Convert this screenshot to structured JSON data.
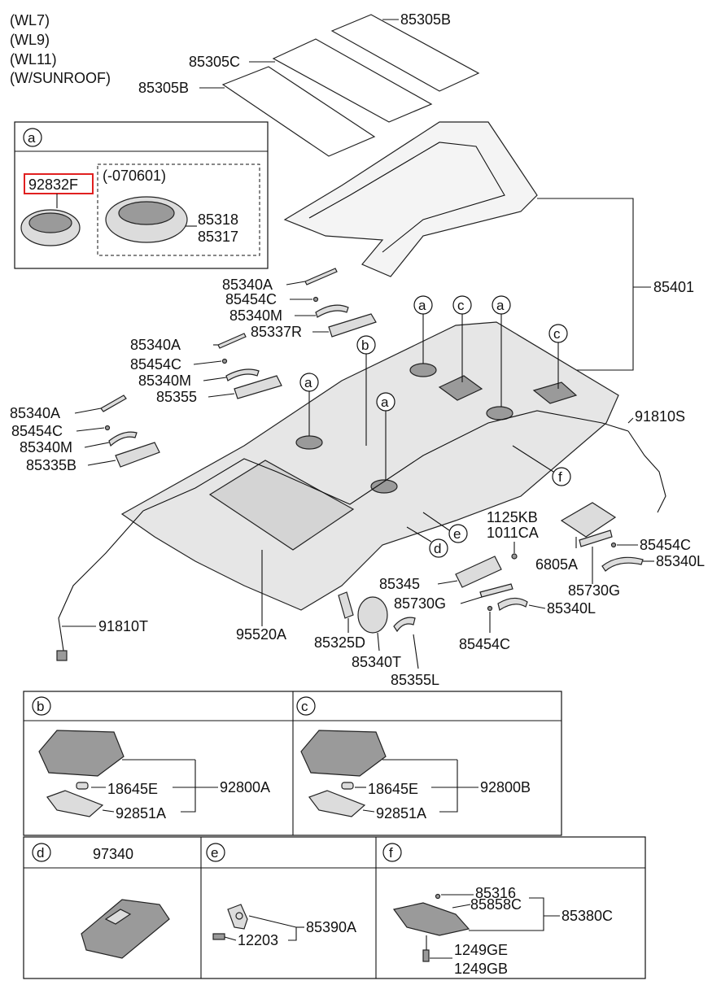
{
  "notes": [
    "(WL7)",
    "(WL9)",
    "(WL11)",
    "(W/SUNROOF)"
  ],
  "detail_a": {
    "letter": "a",
    "highlighted_part": "92832F",
    "variant_note": "(-070601)",
    "parts": [
      "85318",
      "85317"
    ]
  },
  "main_labels": {
    "p85305B_top": "85305B",
    "p85305C": "85305C",
    "p85305B_left": "85305B",
    "p85401": "85401",
    "p85340A_1": "85340A",
    "p85454C_1": "85454C",
    "p85340M_1": "85340M",
    "p85337R": "85337R",
    "p85340A_2": "85340A",
    "p85454C_2": "85454C",
    "p85340M_2": "85340M",
    "p85355": "85355",
    "p85340A_3": "85340A",
    "p85454C_3": "85454C",
    "p85340M_3": "85340M",
    "p85335B": "85335B",
    "p91810S": "91810S",
    "p1125KB": "1125KB",
    "p1011CA": "1011CA",
    "p6805A": "6805A",
    "p85454C_r": "85454C",
    "p85340L_r": "85340L",
    "p85730G_r": "85730G",
    "p85345": "85345",
    "p85730G": "85730G",
    "p85340L": "85340L",
    "p85454C_b": "85454C",
    "p91810T": "91810T",
    "p95520A": "95520A",
    "p85325D": "85325D",
    "p85340T": "85340T",
    "p85355L": "85355L"
  },
  "callouts": [
    "a",
    "c",
    "a",
    "c",
    "b",
    "a",
    "a",
    "f",
    "e",
    "d"
  ],
  "detail_b": {
    "letter": "b",
    "parts": [
      "18645E",
      "92851A"
    ],
    "assembly": "92800A"
  },
  "detail_c": {
    "letter": "c",
    "parts": [
      "18645E",
      "92851A"
    ],
    "assembly": "92800B"
  },
  "detail_d": {
    "letter": "d",
    "part": "97340"
  },
  "detail_e": {
    "letter": "e",
    "parts": [
      "12203"
    ],
    "assembly": "85390A"
  },
  "detail_f": {
    "letter": "f",
    "parts": [
      "85316",
      "85858C",
      "1249GE",
      "1249GB"
    ],
    "assembly": "85380C"
  },
  "colors": {
    "highlight": "#e02020",
    "line": "#111111"
  }
}
